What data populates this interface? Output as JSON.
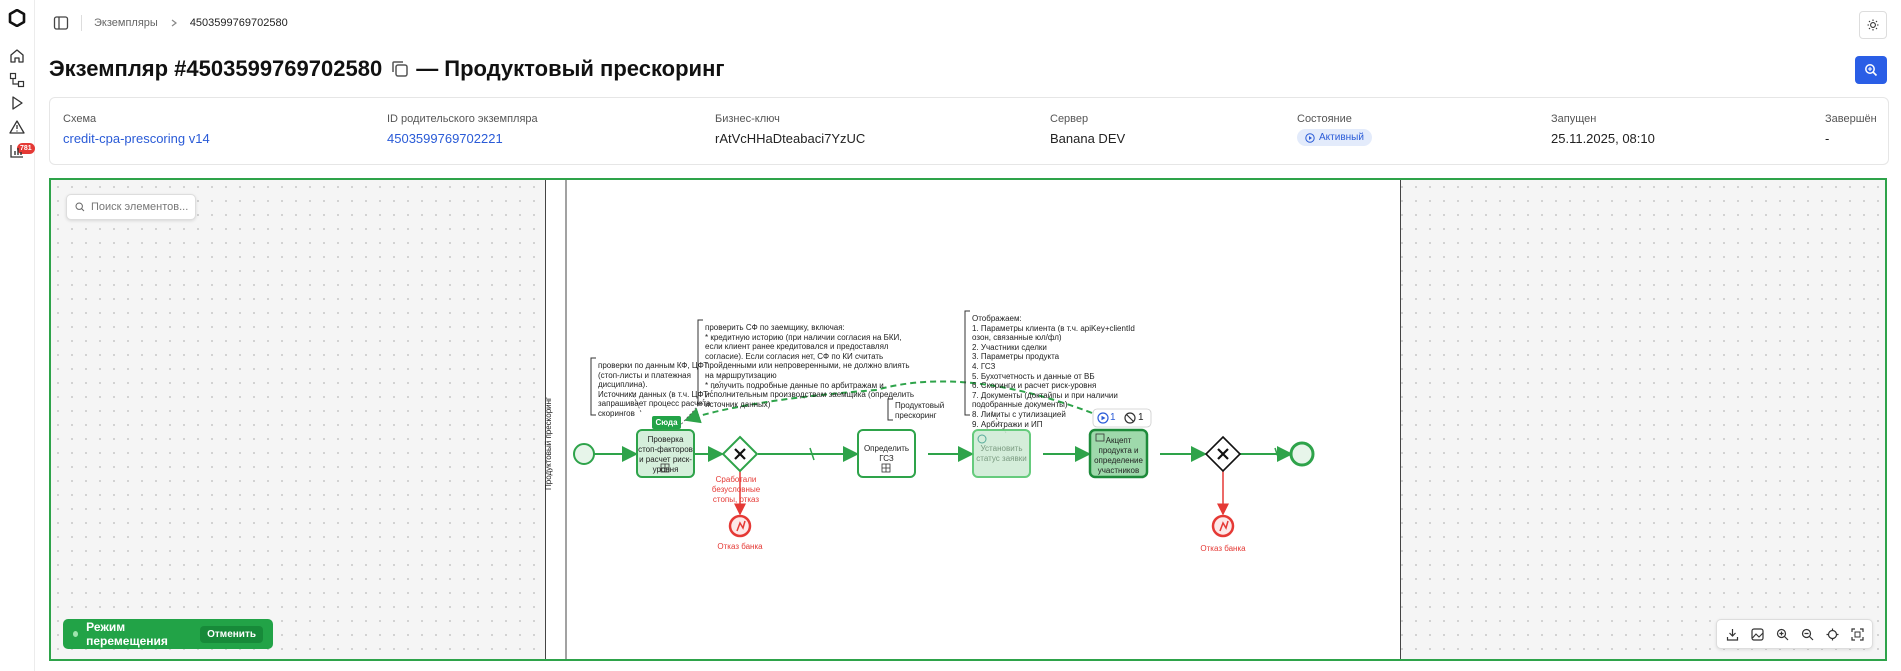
{
  "breadcrumb": {
    "root": "Экземпляры",
    "current": "4503599769702580"
  },
  "page": {
    "title_prefix": "Экземпляр #4503599769702580",
    "title_suffix": "— Продуктовый прескоринг"
  },
  "info": {
    "scheme_label": "Схема",
    "scheme_value": "credit-cpa-prescoring v14",
    "parent_label": "ID родительского экземпляра",
    "parent_value": "4503599769702221",
    "bkey_label": "Бизнес-ключ",
    "bkey_value": "rAtVcHHaDteabaci7YzUC",
    "server_label": "Сервер",
    "server_value": "Banana DEV",
    "state_label": "Состояние",
    "state_value": "Активный",
    "started_label": "Запущен",
    "started_value": "25.11.2025, 08:10",
    "finished_label": "Завершён",
    "finished_value": "-"
  },
  "sidebar": {
    "incidents_badge": "781"
  },
  "diagram": {
    "search_placeholder": "Поиск элементов...",
    "lane_label": "Продуктовый прескоринг",
    "here_badge": "Сюда",
    "tasks": {
      "t1": [
        "Проверка",
        "стоп-факторов",
        "и расчет риск-",
        "уровня"
      ],
      "t2": [
        "Определить",
        "ГСЗ"
      ],
      "t3": [
        "Установить",
        "статус заявки"
      ],
      "t4": [
        "Акцепт",
        "продукта и",
        "определение",
        "участников"
      ]
    },
    "counter_active": "1",
    "counter_cancelled": "1",
    "flow_label": [
      "Сработали",
      "безусловные",
      "стопы, отказ"
    ],
    "end1": "Отказ банка",
    "end2": "Отказ банка",
    "ann1": "проверки по данным КФ, ЦФТ\n(стоп-листы и платежная\nдисциплина).\nИсточники данных (в т.ч. ЦФТ\nзапрашивает процесс расчета\nскорингов",
    "ann2": "проверить СФ по заемщику, включая:\n* кредитную историю (при наличии согласия на БКИ,\nесли клиент ранее кредитовался и предоставлял\nсогласие). Если согласия нет, СФ по КИ считать\nпройденными или непроверенными, не должно влиять\nна маршрутизацию\n* получить подробные данные по арбитражам и\nисполнительным производствам заемщика (определить\nисточник данных)",
    "ann3": "Продуктовый\nпрескоринг",
    "ann4": "Отображаем:\n1. Параметры клиента (в т.ч. apiKey+clientId\nозон, связанные юл/фл)\n2. Участники сделки\n3. Параметры продукта\n4. ГСЗ\n5. Бухотчетность и данные от ВБ\n6. Скоринги и расчет риск-уровня\n7. Документы (доктайпы и при наличии\nподобранные документы)\n8. Лимиты с утилизацией\n9. Арбитражи и ИП"
  },
  "move_mode": {
    "label": "Режим перемещения",
    "cancel": "Отменить"
  }
}
